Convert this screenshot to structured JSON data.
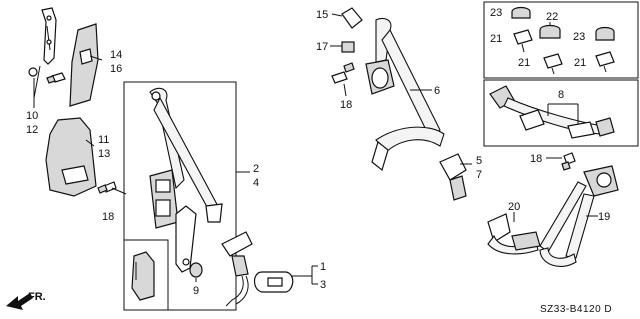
{
  "diagram": {
    "callouts": {
      "c1": "1",
      "c2": "2",
      "c3": "3",
      "c4": "4",
      "c5": "5",
      "c6": "6",
      "c7": "7",
      "c8": "8",
      "c9": "9",
      "c10": "10",
      "c11": "11",
      "c12": "12",
      "c13": "13",
      "c14": "14",
      "c15": "15",
      "c16": "16",
      "c17": "17",
      "c18a": "18",
      "c18b": "18",
      "c18c": "18",
      "c19": "19",
      "c20": "20",
      "c21a": "21",
      "c21b": "21",
      "c21c": "21",
      "c22": "22",
      "c23a": "23",
      "c23b": "23"
    },
    "front_label": "FR.",
    "diagram_code": "SZ33-B4120 D"
  },
  "colors": {
    "ink": "#111111",
    "paper": "#ffffff",
    "fill": "#d8d8d8"
  }
}
